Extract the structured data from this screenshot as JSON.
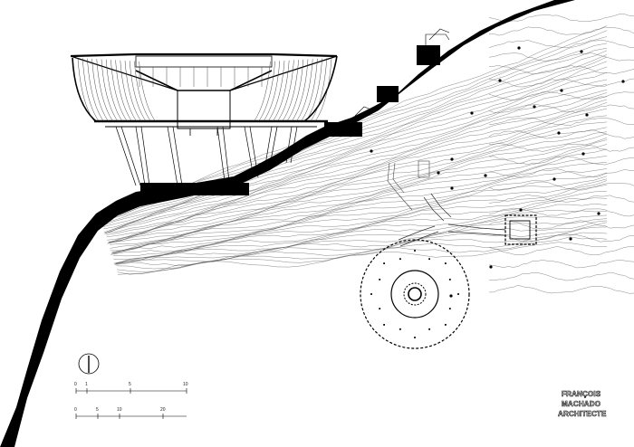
{
  "drawing": {
    "kind": "architectural site section and plan",
    "ink_color": "#000000",
    "paper_color": "#ffffff"
  },
  "scale_bar_1": {
    "labels": [
      "0",
      "1",
      "5",
      "10"
    ]
  },
  "scale_bar_2": {
    "labels": [
      "0",
      "5",
      "10",
      "20"
    ]
  },
  "credit": {
    "line1": "FRANÇOIS",
    "line2": "MACHADO",
    "line3": "ARCHITECTE"
  }
}
